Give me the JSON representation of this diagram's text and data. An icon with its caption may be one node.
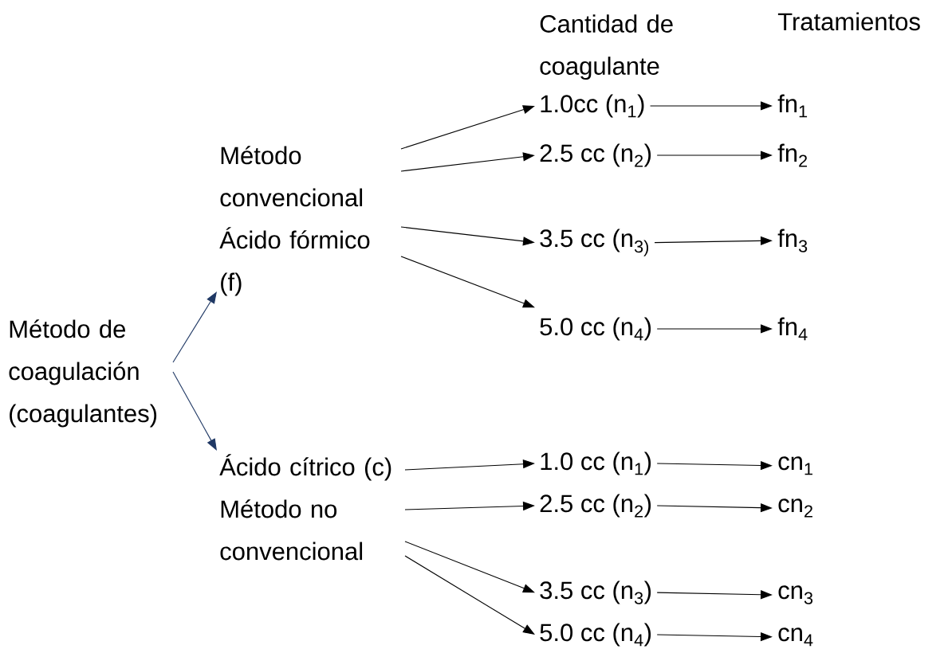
{
  "diagram": {
    "nodes": [
      {
        "text": [
          "Método de coagulación (coagulantes)"
        ]
      },
      {
        "text": [
          "Método convencional",
          "Ácido fórmico (f)"
        ]
      },
      {
        "text": [
          "Ácido cítrico (c)",
          "Método no convencional"
        ]
      },
      {
        "text": [
          "1.0cc  (n$_{1}$)"
        ]
      },
      {
        "text": [
          "2.5 cc  (n$_{2}$)"
        ]
      },
      {
        "text": [
          "3.5 cc  (n$_{3)}$"
        ]
      },
      {
        "text": [
          "5.0 cc (n$_{4}$)"
        ]
      },
      {
        "text": [
          "fn$_{1}$"
        ]
      },
      {
        "text": [
          "fn$_{2}$"
        ]
      },
      {
        "text": [
          "fn$_{3}$"
        ]
      },
      {
        "text": [
          "fn$_{4}$"
        ]
      },
      {
        "text": [
          "1.0 cc   (n$_{1}$)"
        ]
      },
      {
        "text": [
          "2.5 cc  (n$_{2}$)"
        ]
      },
      {
        "text": [
          "3.5 cc  (n$_{3}$)"
        ]
      },
      {
        "text": [
          "5.0 cc  (n$_{4}$)"
        ]
      },
      {
        "text": [
          "cn$_{1}$"
        ]
      },
      {
        "text": [
          "cn$_{2}$"
        ]
      },
      {
        "text": [
          "cn$_{3}$"
        ]
      },
      {
        "text": [
          "cn$_{4}$"
        ]
      }
    ],
    "edges": [
      {
        "from": 0,
        "to": 1,
        "arrow": "to",
        "color": "#1f3864"
      },
      {
        "from": 0,
        "to": 2,
        "arrow": "to",
        "color": "#1f3864"
      },
      {
        "from": 1,
        "to": 3,
        "arrow": "to"
      },
      {
        "from": 1,
        "to": 4,
        "arrow": "to"
      },
      {
        "from": 1,
        "to": 5,
        "arrow": "to"
      },
      {
        "from": 1,
        "to": 6,
        "arrow": "to"
      },
      {
        "from": 3,
        "to": 7,
        "arrow": "to"
      },
      {
        "from": 4,
        "to": 8,
        "arrow": "to"
      },
      {
        "from": 5,
        "to": 9,
        "arrow": "to"
      },
      {
        "from": 6,
        "to": 10,
        "arrow": "to"
      },
      {
        "from": 2,
        "to": 11,
        "arrow": "to"
      },
      {
        "from": 2,
        "to": 12,
        "arrow": "to"
      },
      {
        "from": 2,
        "to": 13,
        "arrow": "to"
      },
      {
        "from": 2,
        "to": 14,
        "arrow": "to"
      },
      {
        "from": 11,
        "to": 15,
        "arrow": "to"
      },
      {
        "from": 12,
        "to": 16,
        "arrow": "to"
      },
      {
        "from": 13,
        "to": 17,
        "arrow": "to"
      },
      {
        "from": 14,
        "to": 18,
        "arrow": "to"
      }
    ],
    "labels": [
      "Cantidad de coagulante",
      "Tratamientos"
    ]
  }
}
